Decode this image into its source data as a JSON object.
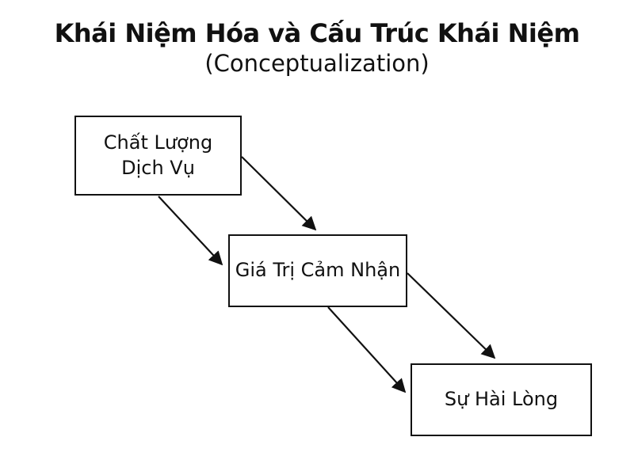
{
  "header": {
    "title": "Khái Niệm Hóa và Cấu Trúc Khái Niệm",
    "subtitle": "(Conceptualization)"
  },
  "diagram": {
    "nodes": [
      {
        "id": "service-quality",
        "label": "Chất Lượng\nDịch Vụ"
      },
      {
        "id": "perceived-value",
        "label": "Giá Trị Cảm Nhận"
      },
      {
        "id": "satisfaction",
        "label": "Sự Hài Lòng"
      }
    ],
    "edges": [
      {
        "from": "service-quality",
        "to": "perceived-value"
      },
      {
        "from": "service-quality",
        "to": "perceived-value"
      },
      {
        "from": "perceived-value",
        "to": "satisfaction"
      },
      {
        "from": "perceived-value",
        "to": "satisfaction"
      }
    ],
    "colors": {
      "line": "#111111",
      "box_border": "#111111",
      "box_fill": "#ffffff",
      "text": "#111111",
      "background": "#ffffff"
    }
  }
}
